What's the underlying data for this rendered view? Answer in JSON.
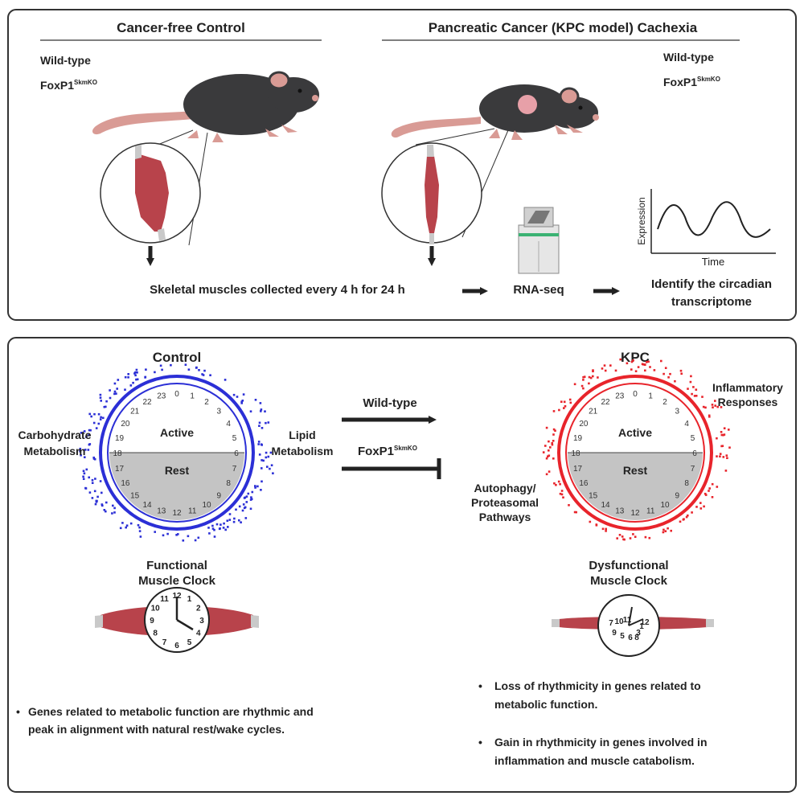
{
  "top": {
    "left_title": "Cancer-free Control",
    "right_title": "Pancreatic Cancer (KPC model) Cachexia",
    "left_genotypes": [
      "Wild-type",
      "FoxP1"
    ],
    "right_genotypes": [
      "Wild-type",
      "FoxP1"
    ],
    "knockout_superscript": "SkmKO",
    "collect_text": "Skeletal muscles collected every 4 h for 24 h",
    "rnaseq_label": "RNA-seq",
    "identify_line1": "Identify the circadian",
    "identify_line2": "transcriptome",
    "graph_ylabel": "Expression",
    "graph_xlabel": "Time"
  },
  "bottom": {
    "control_title": "Control",
    "kpc_title": "KPC",
    "active_label": "Active",
    "rest_label": "Rest",
    "control_left_label": [
      "Carbohydrate",
      "Metabolism"
    ],
    "control_right_label": [
      "Lipid",
      "Metabolism"
    ],
    "kpc_top_label": [
      "Inflammatory",
      "Responses"
    ],
    "kpc_left_label": [
      "Autophagy/",
      "Proteasomal",
      "Pathways"
    ],
    "arrow_wildtype": "Wild-type",
    "arrow_foxp1": "FoxP1",
    "clock_hours": [
      "0",
      "1",
      "2",
      "3",
      "4",
      "5",
      "6",
      "7",
      "8",
      "9",
      "10",
      "11",
      "12",
      "13",
      "14",
      "15",
      "16",
      "17",
      "18",
      "19",
      "20",
      "21",
      "22",
      "23"
    ],
    "functional_label": [
      "Functional",
      "Muscle Clock"
    ],
    "dysfunctional_label": [
      "Dysfunctional",
      "Muscle Clock"
    ],
    "watch_numbers_normal": [
      "12",
      "1",
      "2",
      "3",
      "4",
      "5",
      "6",
      "7",
      "8",
      "9",
      "10",
      "11"
    ],
    "watch_numbers_broken": [
      "7",
      "10",
      "11",
      "12",
      "3",
      "9",
      "5",
      "6",
      "8",
      "1"
    ],
    "control_bullets": [
      "Genes related to metabolic function are rhythmic and",
      "peak in alignment with natural rest/wake cycles."
    ],
    "kpc_bullet1": [
      "Loss of rhythmicity in genes related to",
      "metabolic function."
    ],
    "kpc_bullet2": [
      "Gain in rhythmicity in genes involved in",
      "inflammation and muscle catabolism."
    ]
  },
  "colors": {
    "control_blue": "#2b2fd6",
    "kpc_red": "#e8242b",
    "muscle_red": "#b8434b",
    "mouse_dark": "#3a3a3c",
    "rest_gray": "#c4c4c4"
  }
}
